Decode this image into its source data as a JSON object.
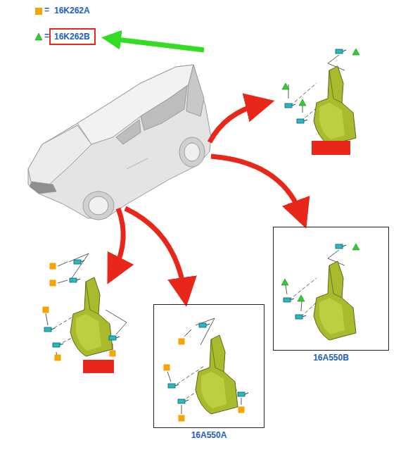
{
  "diagram": {
    "nodes": [
      {
        "text": [
          "16A550B"
        ]
      },
      {
        "text": [
          "16A550A"
        ]
      }
    ],
    "labels": [
      "=",
      "="
    ],
    "legend": [
      {
        "text": "16K262A",
        "color": "#f5a400"
      },
      {
        "text": "16K262B"
      }
    ]
  }
}
